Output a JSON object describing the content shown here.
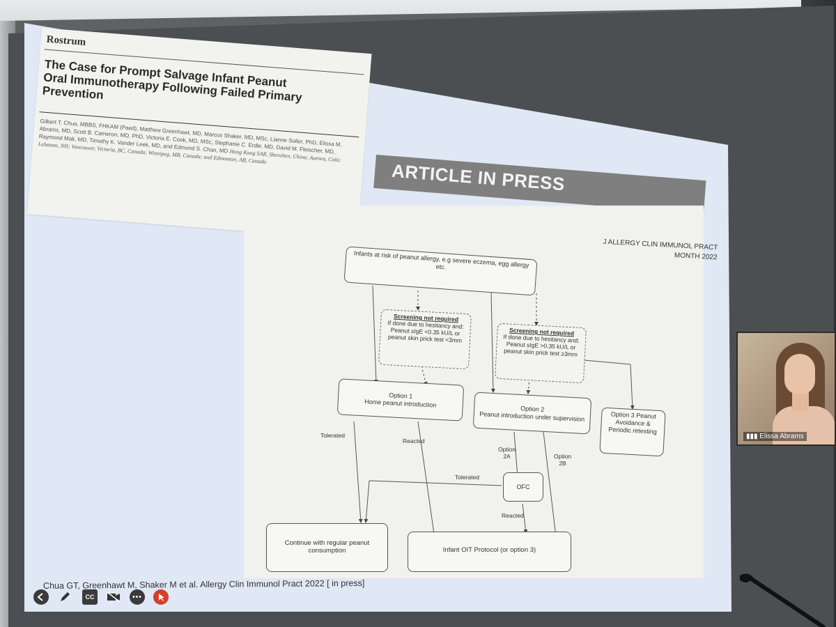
{
  "journal_header": {
    "section": "Rostrum",
    "title": "The Case for Prompt Salvage Infant Peanut Oral Immunotherapy Following Failed Primary Prevention",
    "authors": "Gilbert T. Chua, MBBS, FHKAM (Paed), Matthew Greenhawt, MD, Marcus Shaker, MD, MSc, Lianne Soller, PhD, Elissa M. Abrams, MD, Scott B. Cameron, MD, PhD, Victoria E. Cook, MD, MSc, Stephanie C. Erdle, MD, David M. Fleischer, MD, Raymond Mak, MD, Timothy K. Vander Leek, MD, and Edmond S. Chan, MD",
    "affiliations": "Hong Kong SAR, Shenzhen, China; Aurora, Colo; Lebanon, NH; Vancouver, Victoria, BC, Canada; Winnipeg, MB, Canada; and Edmonton, AB, Canada"
  },
  "banner": {
    "text": "ARTICLE IN PRESS",
    "journal_line1": "J ALLERGY CLIN IMMUNOL PRACT",
    "journal_line2": "MONTH 2022"
  },
  "flowchart": {
    "start": "Infants at risk of peanut allergy, e.g severe eczema, egg allergy etc.",
    "screen1_title": "Screening not required",
    "screen1_body": "If done due to hesitancy and: Peanut sIgE <0.35 kU/L or peanut skin prick test <3mm",
    "screen2_title": "Screening not required",
    "screen2_body": "If done due to hesitancy and: Peanut sIgE >0.35 kU/L or peanut skin prick test ≥3mm",
    "option1": "Option 1\nHome peanut introduction",
    "option2": "Option 2\nPeanut introduction under supervision",
    "option3": "Option 3\nPeanut Avoidance & Periodic retesting",
    "label_tolerated": "Tolerated",
    "label_reacted": "Reacted",
    "label_option2a": "Option\n2A",
    "label_option2b": "Option\n2B",
    "label_tolerated2": "Tolerated",
    "label_reacted2": "Reacted",
    "ofc": "OFC",
    "continue": "Continue with regular peanut consumption",
    "oit": "Infant OIT Protocol (or option 3)"
  },
  "footer": {
    "citation": "Chua GT, Greenhawt M, Shaker M et al.  Allergy Clin Immunol Pract 2022 [ in press]"
  },
  "toolbar": {
    "back_icon": "arrow-left-icon",
    "pen_icon": "pen-icon",
    "cc_label": "CC",
    "camera_icon": "camera-off-icon",
    "more_icon": "more-icon",
    "pointer_icon": "laser-pointer-icon"
  },
  "video_tile": {
    "participant_name": "Elissa Abrams"
  },
  "colors": {
    "slide_bg": "#dfe8f4",
    "banner_bg": "#7f7f7f",
    "pointer_red": "#d33f2a"
  }
}
